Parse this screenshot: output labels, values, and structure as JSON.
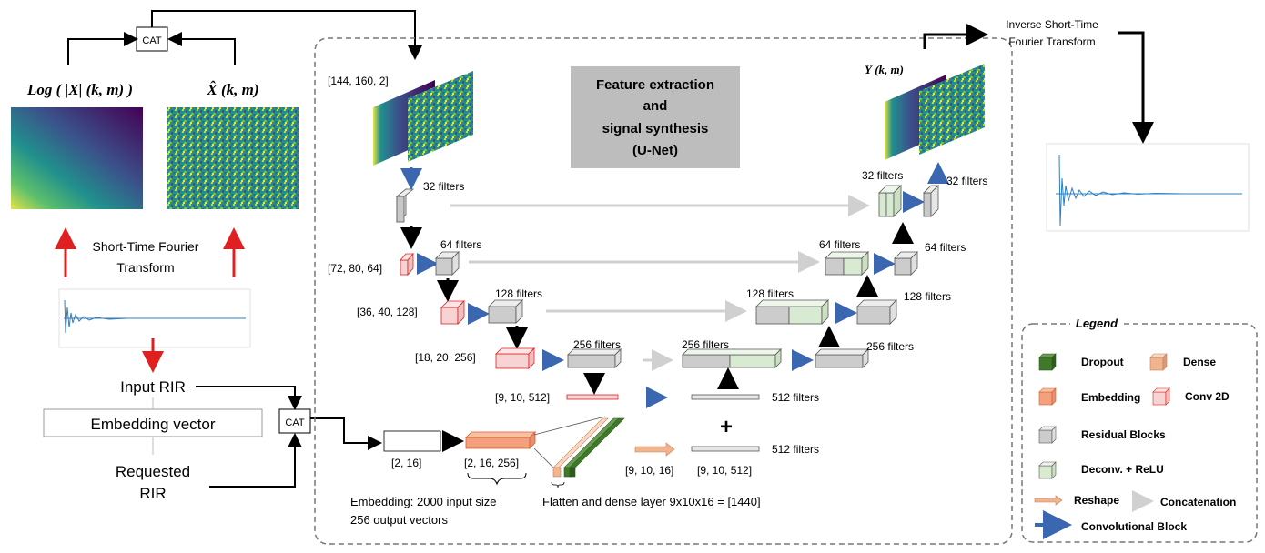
{
  "left_panel": {
    "cat_top": "CAT",
    "log_mag_label": "Log ( |X| (k, m) )",
    "phase_label": "X̂ (k, m)",
    "stft_line1": "Short-Time Fourier",
    "stft_line2": "Transform",
    "input_rir": "Input RIR",
    "embedding_vector": "Embedding vector",
    "requested_line1": "Requested",
    "requested_line2": "RIR",
    "cat_bottom": "CAT"
  },
  "unet": {
    "title_lines": [
      "Feature extraction",
      "and",
      "signal synthesis",
      "(U-Net)"
    ],
    "input_shape": "[144, 160,  2]",
    "output_label": "Ȳ (k, m)",
    "filters": {
      "f32_enc": "32 filters",
      "f32_dec_a": "32 filters",
      "f32_dec_b": "32 filters",
      "f64_enc": "64 filters",
      "f64_dec_a": "64 filters",
      "f64_dec_b": "64 filters",
      "f128_enc": "128 filters",
      "f128_dec_a": "128 filters",
      "f128_dec_b": "128 filters",
      "f256_enc": "256 filters",
      "f256_dec_a": "256 filters",
      "f256_dec_b": "256 filters",
      "f512_a": "512 filters",
      "f512_b": "512 filters"
    },
    "shapes": {
      "s72": "[72, 80, 64]",
      "s36": "[36, 40, 128]",
      "s18": "[18, 20, 256]",
      "s9": "[9, 10, 512]",
      "s2_16": "[2, 16]",
      "s2_16_256": "[2, 16, 256]",
      "s9_10_16": "[9, 10, 16]",
      "s9_10_512": "[9, 10, 512]"
    },
    "plus": "+",
    "embedding_note_line1": "Embedding: 2000 input size",
    "embedding_note_line2": "256 output vectors",
    "flatten_note": "Flatten and dense layer 9x10x16 = [1440]"
  },
  "right_panel": {
    "istft_line1": "Inverse Short-Time",
    "istft_line2": "Fourier Transform"
  },
  "legend": {
    "title": "Legend",
    "items": {
      "dropout": "Dropout",
      "dense": "Dense",
      "embedding": "Embedding",
      "conv2d": "Conv 2D",
      "residual": "Residual Blocks",
      "deconv": "Deconv. + ReLU",
      "reshape": "Reshape",
      "concatenation": "Concatenation",
      "convblock": "Convolutional Block"
    }
  },
  "colors": {
    "dropout": "#3f7a2a",
    "dense": "#f2b48c",
    "embedding": "#f4a07c",
    "conv2d": "#f7d3d3",
    "residual": "#cccccc",
    "deconv": "#d9ead3",
    "arrow_blue": "#3a67b0",
    "arrow_red": "#e02020",
    "arrow_gray": "#d0d0d0",
    "spectro_purple": "#3b0f5a",
    "spectro_teal": "#2a8c8a",
    "title_box": "#bdbdbd",
    "waveform": "#2f7fbf"
  }
}
